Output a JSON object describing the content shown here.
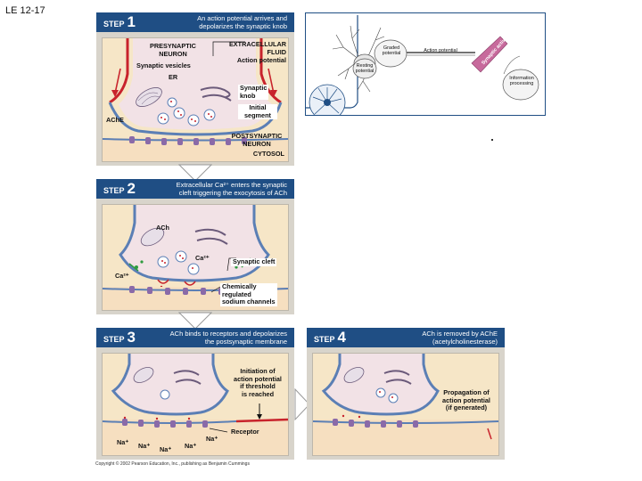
{
  "slide_label": "LE 12-17",
  "copyright": "Copyright © 2002 Pearson Education, Inc., publishing as Benjamin Cummings",
  "overview": {
    "resting": "Resting potential",
    "graded": "Graded potential",
    "action": "Action potential",
    "synaptic_activity": "Synaptic activity",
    "info": "Information processing"
  },
  "steps": [
    {
      "word": "STEP",
      "number": "1",
      "desc_line1": "An action potential arrives and",
      "desc_line2": "depolarizes the synaptic knob",
      "labels": {
        "presynaptic1": "PRESYNAPTIC",
        "presynaptic2": "NEURON",
        "extracellular1": "EXTRACELLULAR",
        "extracellular2": "FLUID",
        "action_potential": "Action potential",
        "synaptic_vesicles": "Synaptic vesicles",
        "er": "ER",
        "knob1": "Synaptic",
        "knob2": "knob",
        "initial1": "Initial",
        "initial2": "segment",
        "ache": "AChE",
        "post1": "POSTSYNAPTIC",
        "post2": "NEURON",
        "cytosol": "CYTOSOL"
      }
    },
    {
      "word": "STEP",
      "number": "2",
      "desc_line1": "Extracellular Ca²⁺ enters the synaptic",
      "desc_line2": "cleft triggering the exocytosis of ACh",
      "labels": {
        "ach": "ACh",
        "ca_right": "Ca²⁺",
        "ca_left": "Ca²⁺",
        "cleft": "Synaptic cleft",
        "chem1": "Chemically",
        "chem2": "regulated",
        "chem3": "sodium channels"
      }
    },
    {
      "word": "STEP",
      "number": "3",
      "desc_line1": "ACh binds to receptors and depolarizes",
      "desc_line2": "the postsynaptic membrane",
      "labels": {
        "init1": "Initiation of",
        "init2": "action potential",
        "init3": "if threshold",
        "init4": "is reached",
        "receptor": "Receptor",
        "na": "Na⁺"
      }
    },
    {
      "word": "STEP",
      "number": "4",
      "desc_line1": "ACh is removed by AChE",
      "desc_line2": "(acetylcholinesterase)",
      "labels": {
        "prop1": "Propagation of",
        "prop2": "action potential",
        "prop3": "(if generated)"
      }
    }
  ],
  "colors": {
    "header": "#1f4e84",
    "panel_bg": "#d8d4cb",
    "synapse_bg": "#f6e6c7",
    "membrane_blue": "#5b7fb5",
    "membrane_red": "#c8232c",
    "receptor_purple": "#8a6aa8",
    "calcium_green": "#2e9b3f"
  }
}
